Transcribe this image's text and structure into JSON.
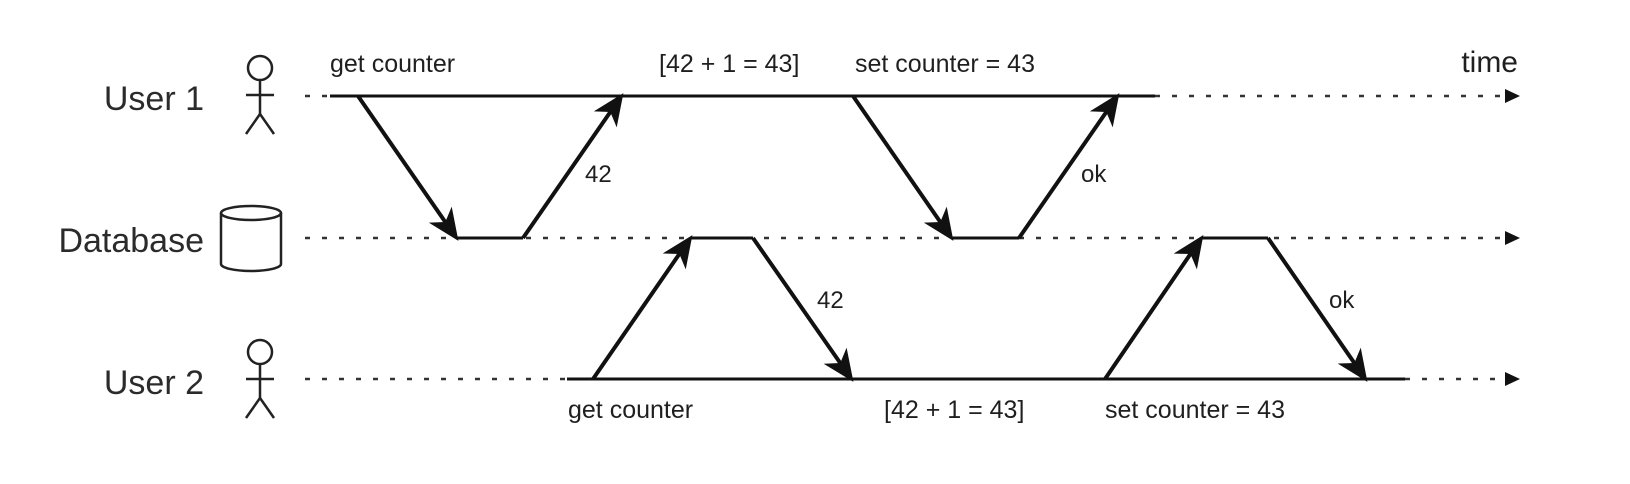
{
  "lanes": {
    "user1": "User 1",
    "database": "Database",
    "user2": "User 2"
  },
  "axis": {
    "label": "time"
  },
  "user1_steps": {
    "get": "get counter",
    "compute": "[42 + 1 = 43]",
    "set": "set counter = 43"
  },
  "user2_steps": {
    "get": "get counter",
    "compute": "[42 + 1 = 43]",
    "set": "set counter = 43"
  },
  "responses": {
    "user1_read": "42",
    "user1_write": "ok",
    "user2_read": "42",
    "user2_write": "ok"
  },
  "icons": {
    "user1": "stick-figure-icon",
    "database": "database-cylinder-icon",
    "user2": "stick-figure-icon"
  }
}
